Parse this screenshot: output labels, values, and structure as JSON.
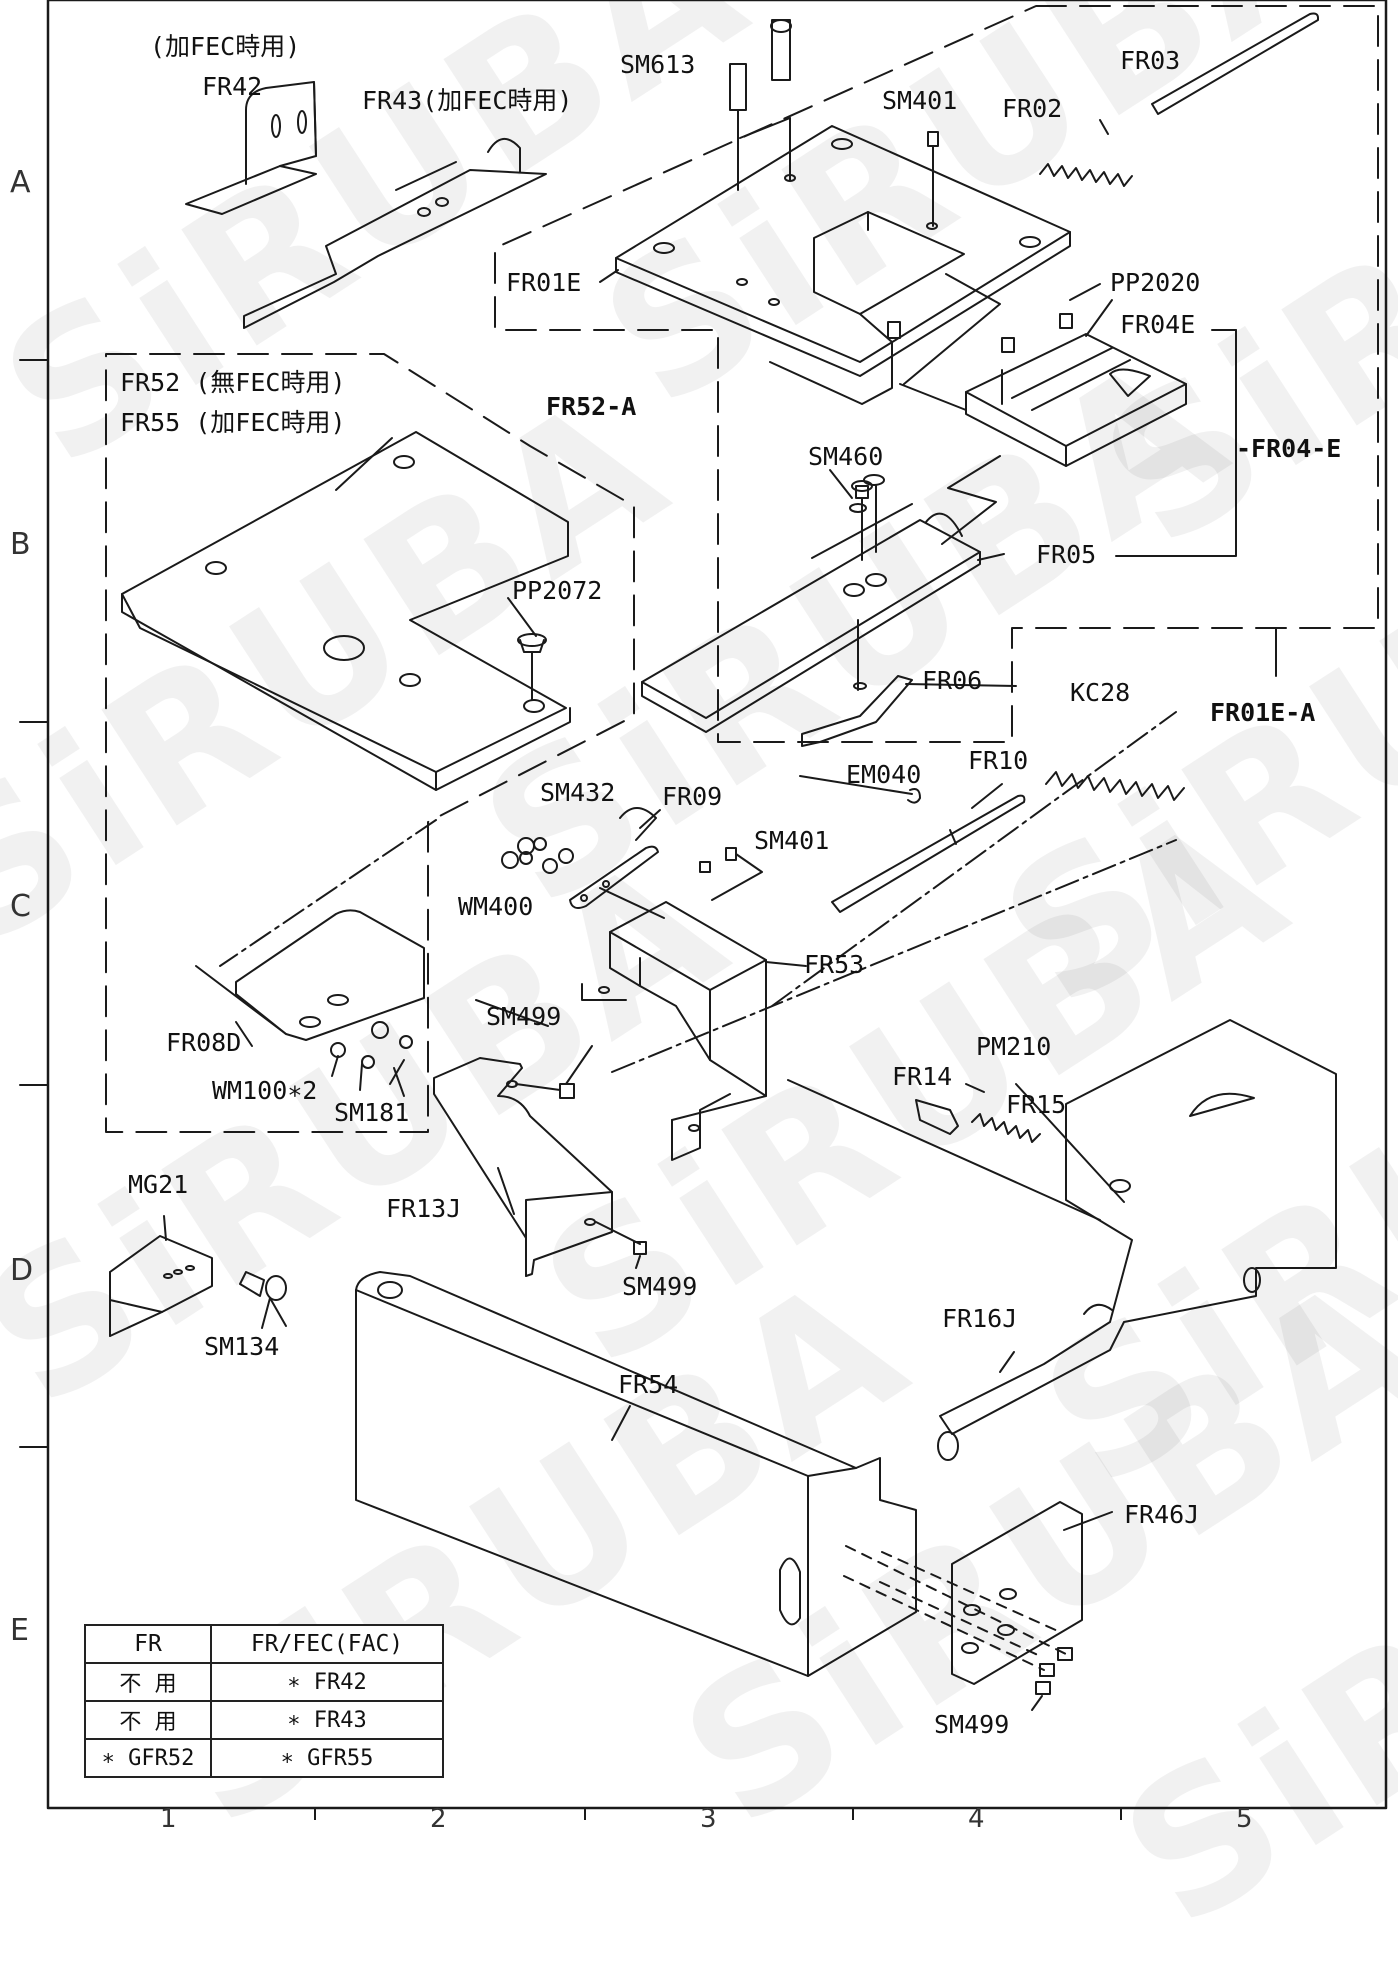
{
  "watermark": "SiRUBA",
  "row_markers": [
    "A",
    "B",
    "C",
    "D",
    "E"
  ],
  "column_markers": [
    "1",
    "2",
    "3",
    "4",
    "5"
  ],
  "assemblies": {
    "fr52a": "FR52-A",
    "fr01ea": "FR01E-A",
    "fr04e": "-FR04-E"
  },
  "part_labels": {
    "fr42_note": "(加FEC時用)",
    "fr42": "FR42",
    "fr43": "FR43(加FEC時用)",
    "sm613": "SM613",
    "sm401_top": "SM401",
    "fr02": "FR02",
    "fr03": "FR03",
    "fr01e": "FR01E",
    "pp2020": "PP2020",
    "fr04e": "FR04E",
    "fr52": "FR52 (無FEC時用)",
    "fr55": "FR55 (加FEC時用)",
    "sm460": "SM460",
    "fr05": "FR05",
    "pp2072": "PP2072",
    "fr06": "FR06",
    "kc28": "KC28",
    "em040": "EM040",
    "fr10": "FR10",
    "sm432": "SM432",
    "fr09": "FR09",
    "sm401_mid": "SM401",
    "wm400": "WM400",
    "fr53": "FR53",
    "fr08d": "FR08D",
    "wm100": "WM100∗2",
    "sm181": "SM181",
    "sm499_upper": "SM499",
    "pm210": "PM210",
    "fr14": "FR14",
    "fr15": "FR15",
    "mg21": "MG21",
    "fr13j": "FR13J",
    "sm499_mid": "SM499",
    "sm134": "SM134",
    "fr16j": "FR16J",
    "fr54": "FR54",
    "fr46j": "FR46J",
    "sm499_lower": "SM499"
  },
  "fec_table": {
    "headers": [
      "FR",
      "FR/FEC(FAC)"
    ],
    "rows": [
      [
        "不 用",
        "∗ FR42"
      ],
      [
        "不 用",
        "∗ FR43"
      ],
      [
        "∗ GFR52",
        "∗ GFR55"
      ]
    ]
  }
}
